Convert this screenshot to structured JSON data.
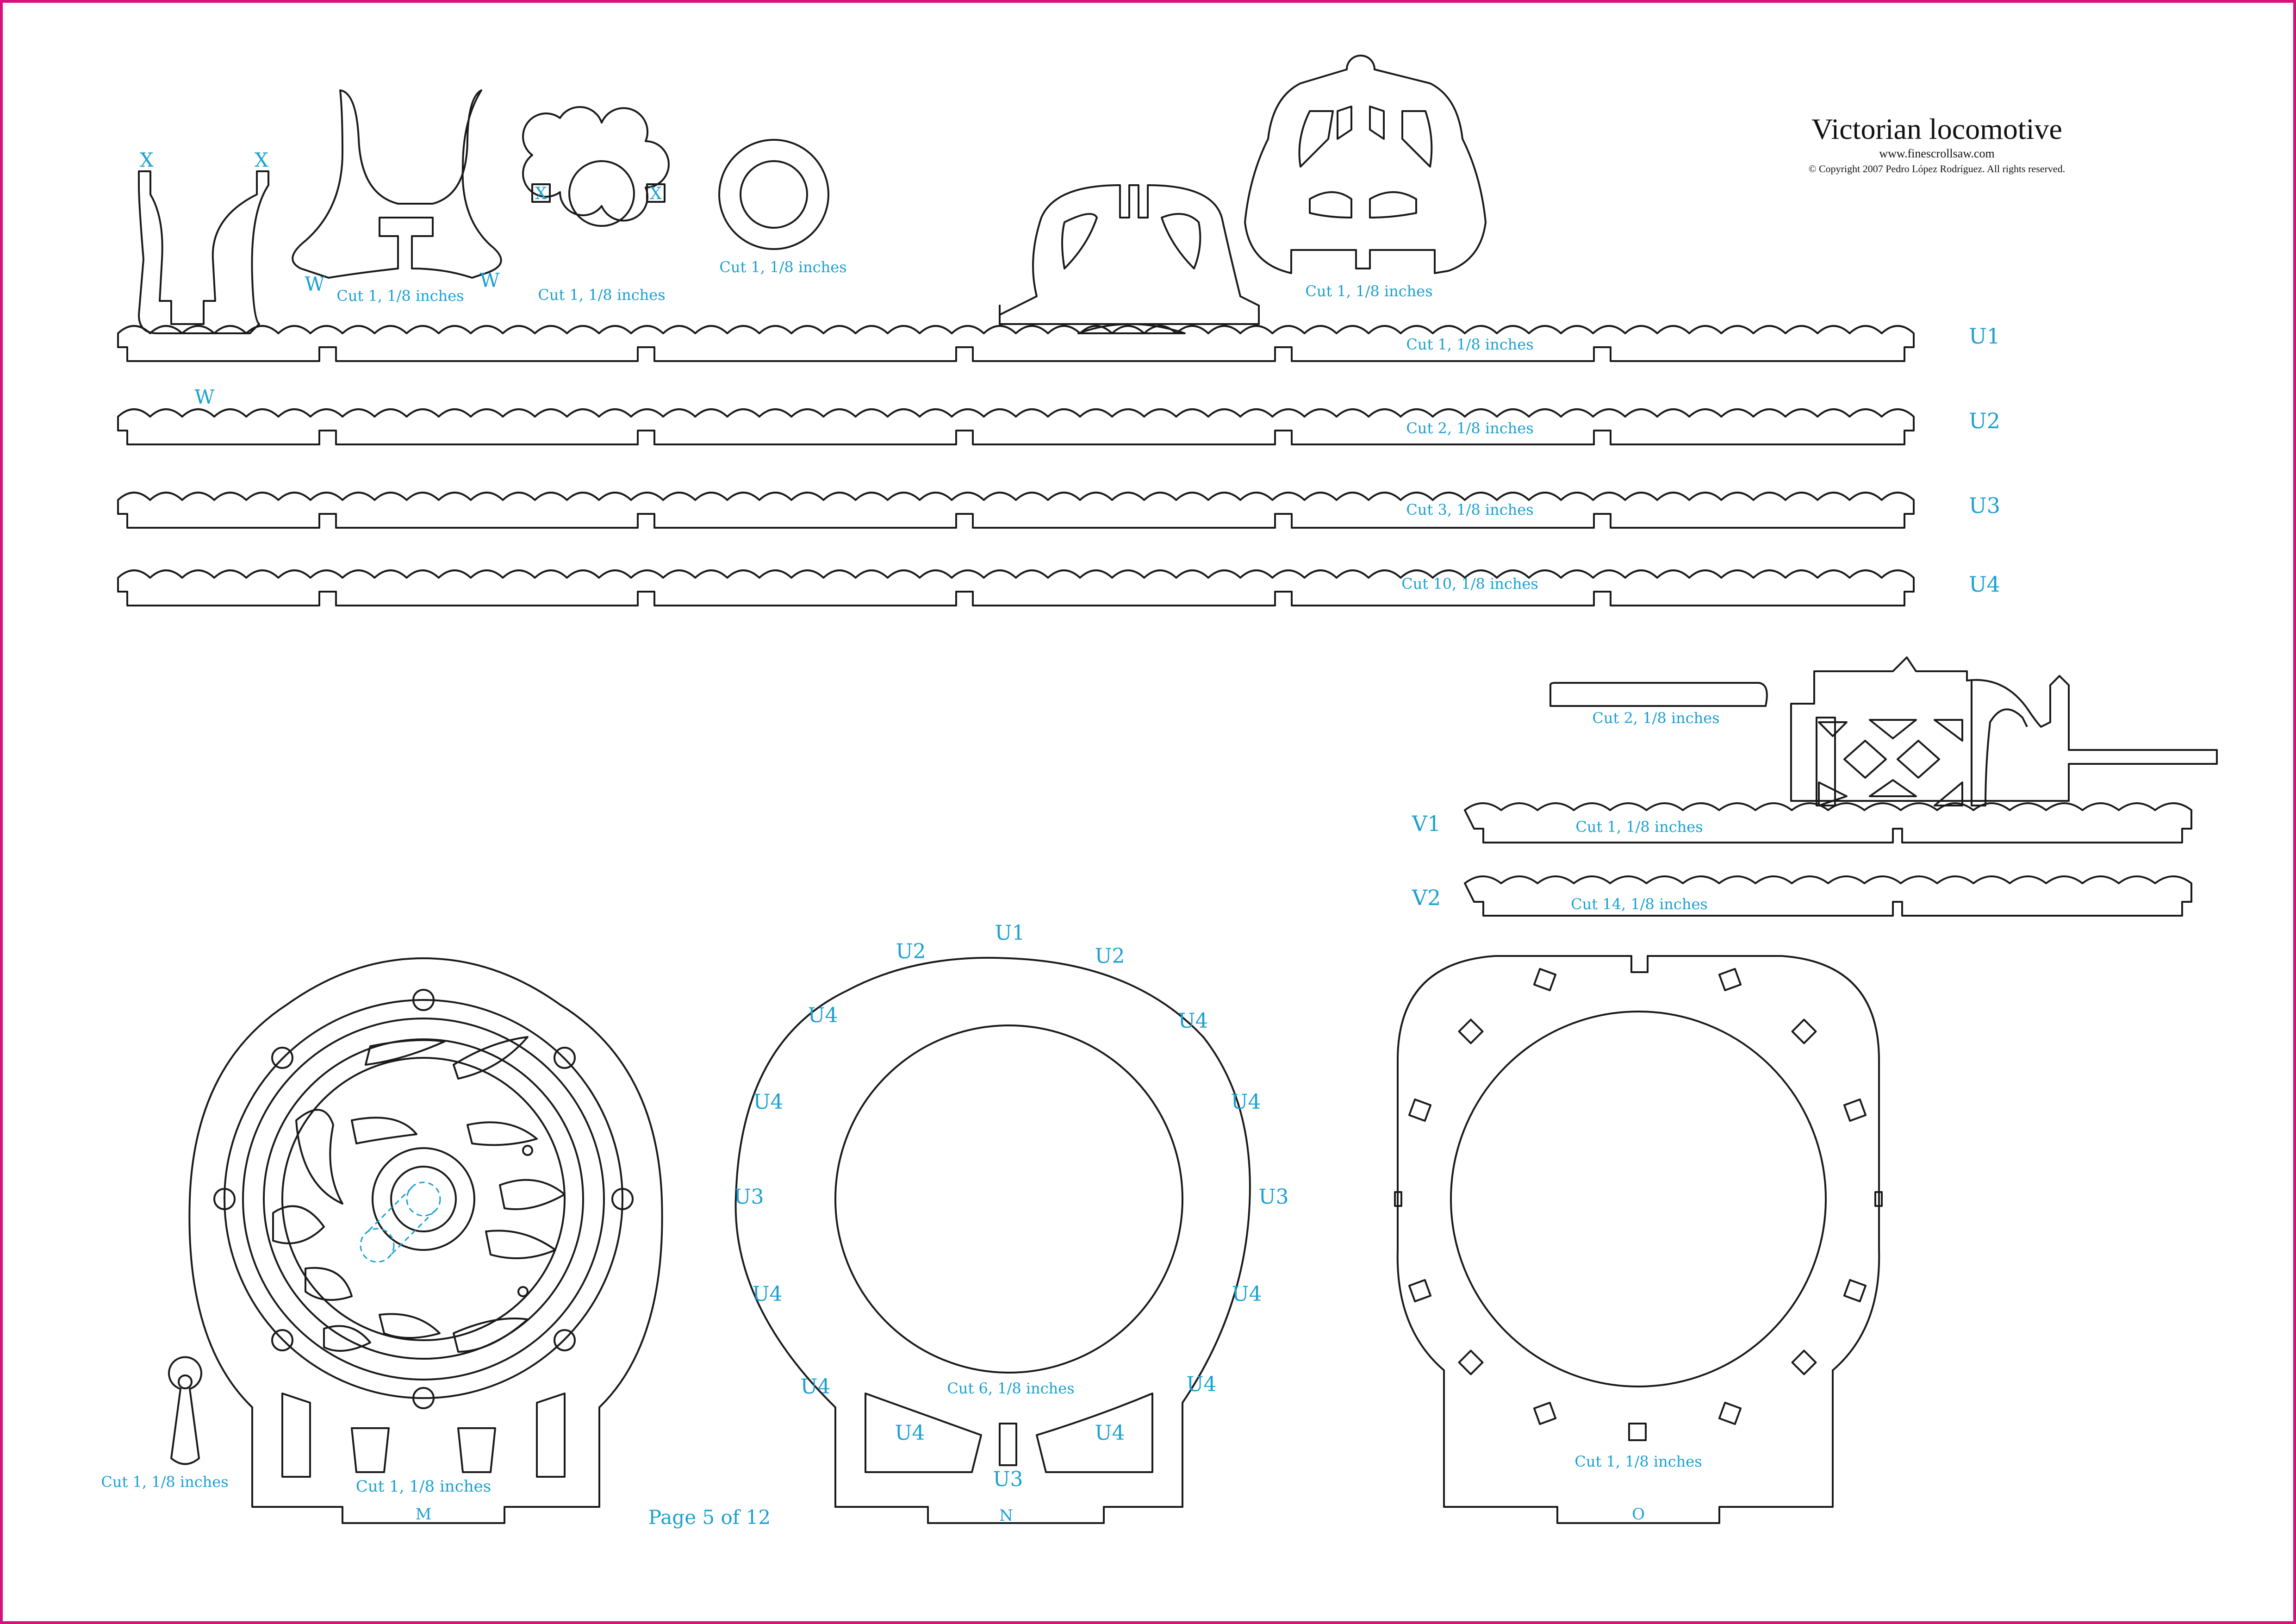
{
  "title": "Victorian locomotive",
  "website": "www.finescrollsaw.com",
  "copyright": "© Copyright 2007 Pedro López Rodríguez. All rights reserved.",
  "page": "Page 5 of 12",
  "strips": [
    {
      "id": "U1",
      "cut": "Cut 1, 1/8 inches"
    },
    {
      "id": "U2",
      "cut": "Cut 2, 1/8 inches"
    },
    {
      "id": "U3",
      "cut": "Cut 3, 1/8 inches"
    },
    {
      "id": "U4",
      "cut": "Cut 10, 1/8 inches"
    }
  ],
  "top_parts": {
    "x_mark": "X",
    "w_mark": "W",
    "yoke_cut": "Cut 1, 1/8 inches",
    "flower_cut": "Cut 1, 1/8 inches",
    "ring_cut": "Cut 1, 1/8 inches",
    "bell_cut": "Cut 1, 1/8 inches"
  },
  "v_parts": {
    "bar_cut": "Cut 2, 1/8 inches",
    "v1_id": "V1",
    "v1_cut": "Cut 1, 1/8 inches",
    "v2_id": "V2",
    "v2_cut": "Cut 14, 1/8 inches"
  },
  "panel_m": {
    "id": "M",
    "cut": "Cut 1, 1/8 inches",
    "key_cut": "Cut 1, 1/8 inches"
  },
  "panel_n": {
    "id": "N",
    "cut": "Cut 6, 1/8 inches",
    "slots": {
      "u1": "U1",
      "u2": "U2",
      "u3": "U3",
      "u4": "U4"
    }
  },
  "panel_o": {
    "id": "O",
    "cut": "Cut 1, 1/8 inches"
  },
  "colors": {
    "border": "#d6127a",
    "label": "#1aa0d2",
    "line": "#1a1a1a"
  }
}
